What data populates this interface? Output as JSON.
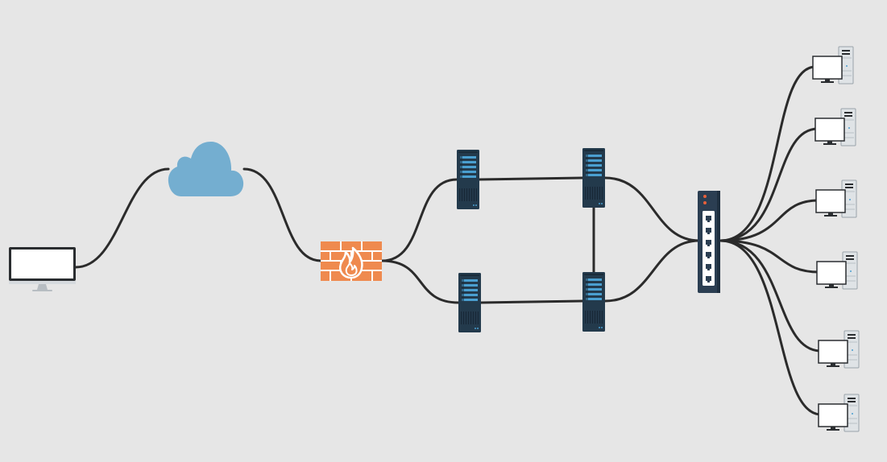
{
  "diagram": {
    "background": "#e6e6e6",
    "colors": {
      "link": "#2b2b2b",
      "cloud": "#74aed0",
      "firewall_brick": "#ef8a4f",
      "firewall_mortar": "#ffffff",
      "server_body": "#233a4c",
      "server_led": "#4a9fd0",
      "switch_body": "#2b3e52",
      "switch_port_panel": "#ffffff",
      "switch_led": "#e8603a",
      "monitor_frame": "#2a2d30",
      "pc_tower": "#dfe3e6"
    },
    "nodes": [
      {
        "id": "user-computer",
        "icon": "desktop-monitor-icon"
      },
      {
        "id": "internet",
        "icon": "cloud-icon"
      },
      {
        "id": "firewall",
        "icon": "firewall-icon"
      },
      {
        "id": "server-1",
        "icon": "server-icon"
      },
      {
        "id": "server-2",
        "icon": "server-icon"
      },
      {
        "id": "server-3",
        "icon": "server-icon"
      },
      {
        "id": "server-4",
        "icon": "server-icon"
      },
      {
        "id": "switch",
        "icon": "network-switch-icon"
      },
      {
        "id": "workstation-1",
        "icon": "workstation-icon"
      },
      {
        "id": "workstation-2",
        "icon": "workstation-icon"
      },
      {
        "id": "workstation-3",
        "icon": "workstation-icon"
      },
      {
        "id": "workstation-4",
        "icon": "workstation-icon"
      },
      {
        "id": "workstation-5",
        "icon": "workstation-icon"
      },
      {
        "id": "workstation-6",
        "icon": "workstation-icon"
      }
    ],
    "links": [
      {
        "from": "user-computer",
        "to": "internet"
      },
      {
        "from": "internet",
        "to": "firewall"
      },
      {
        "from": "firewall",
        "to": "server-1"
      },
      {
        "from": "firewall",
        "to": "server-2"
      },
      {
        "from": "server-1",
        "to": "server-3"
      },
      {
        "from": "server-2",
        "to": "server-4"
      },
      {
        "from": "server-3",
        "to": "server-4"
      },
      {
        "from": "server-3",
        "to": "switch"
      },
      {
        "from": "server-4",
        "to": "switch"
      },
      {
        "from": "switch",
        "to": "workstation-1"
      },
      {
        "from": "switch",
        "to": "workstation-2"
      },
      {
        "from": "switch",
        "to": "workstation-3"
      },
      {
        "from": "switch",
        "to": "workstation-4"
      },
      {
        "from": "switch",
        "to": "workstation-5"
      },
      {
        "from": "switch",
        "to": "workstation-6"
      }
    ]
  }
}
